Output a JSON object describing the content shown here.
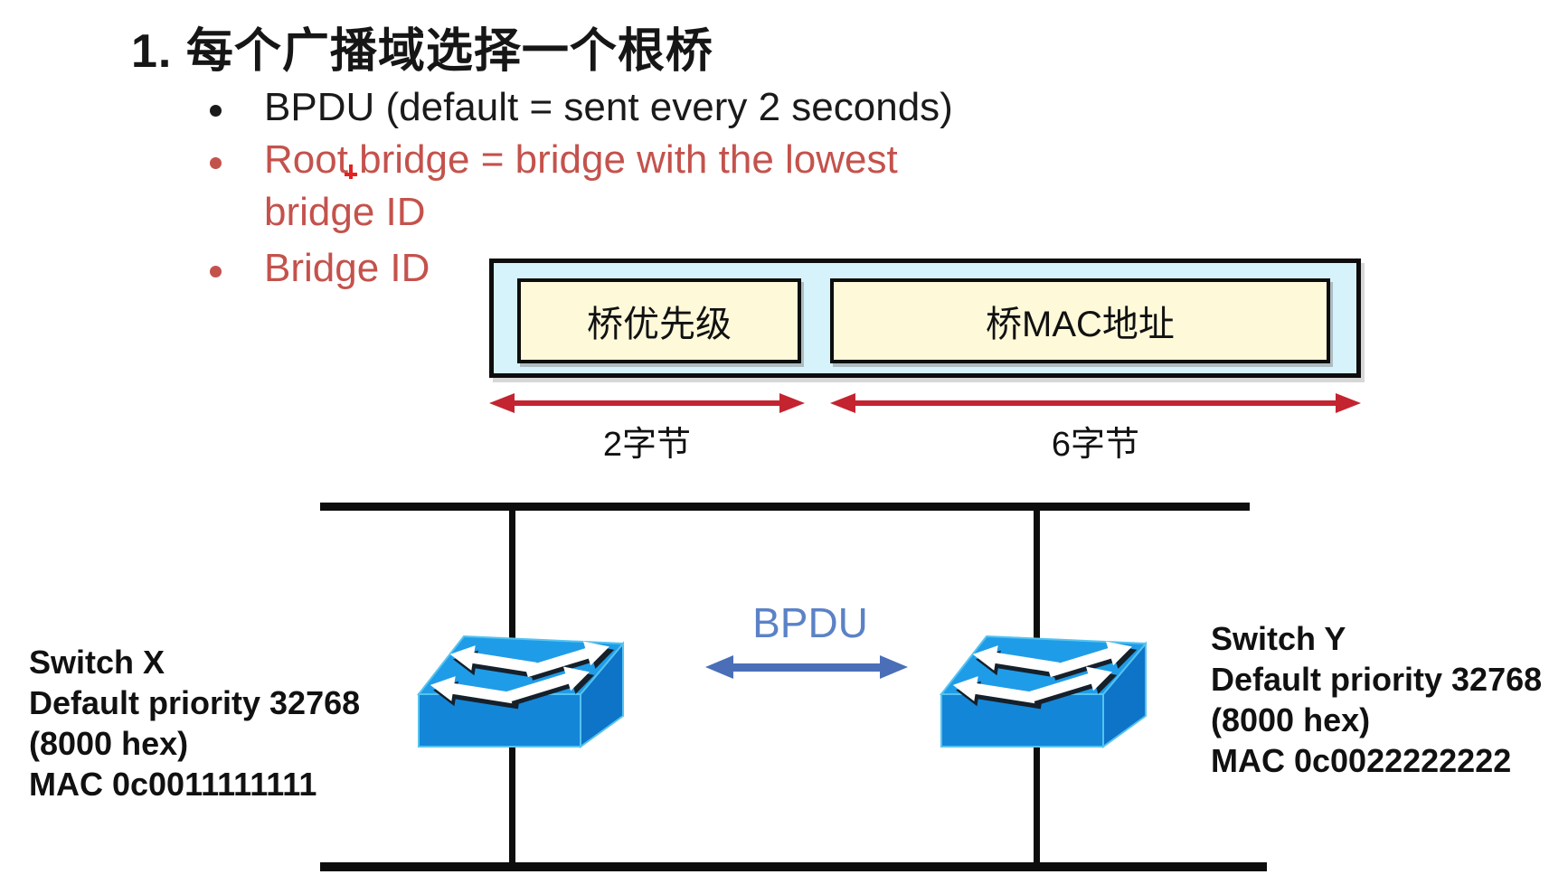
{
  "slide": {
    "title": "1. 每个广播域选择一个根桥",
    "bullets": [
      {
        "lines": [
          "BPDU (default = sent every 2 seconds)"
        ],
        "color": "#1a1a1a"
      },
      {
        "lines": [
          "Root bridge = bridge with the lowest",
          "bridge ID"
        ],
        "color": "#c4524c"
      },
      {
        "lines": [
          "Bridge ID"
        ],
        "color": "#c4524c"
      }
    ]
  },
  "bridge_id_diagram": {
    "fields": [
      {
        "label": "桥优先级",
        "size_label": "2字节"
      },
      {
        "label": "桥MAC地址",
        "size_label": "6字节"
      }
    ],
    "outer_fill": "#d6f2fa",
    "field_fill": "#fdf9d9",
    "arrow_color": "#c32430"
  },
  "topology": {
    "bpdu_label": "BPDU",
    "switch_x": {
      "lines": [
        "Switch X",
        "Default priority 32768",
        "(8000 hex)",
        "MAC 0c0011111111"
      ]
    },
    "switch_y": {
      "lines": [
        "Switch Y",
        "Default priority 32768",
        "(8000 hex)",
        "MAC 0c0022222222"
      ]
    }
  },
  "colors": {
    "accent_red_text": "#c4524c",
    "diagram_arrow_red": "#c32430",
    "bus_black": "#0d0d0d",
    "bpdu_text_blue": "#5b82c6",
    "bpdu_arrow_blue": "#4a6fb8",
    "switch_top_blue": "#1f9ce8",
    "switch_front_blue": "#1486d8",
    "switch_side_blue": "#0d74c8"
  }
}
